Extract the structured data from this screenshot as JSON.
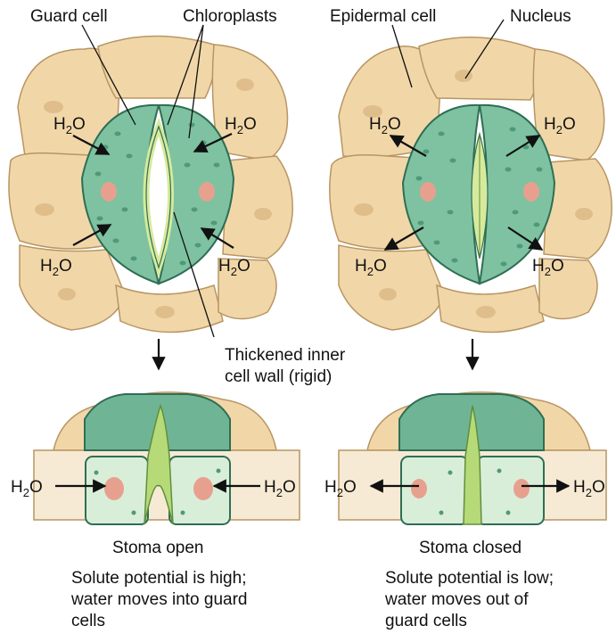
{
  "labels": {
    "guard_cell": "Guard cell",
    "chloroplasts": "Chloroplasts",
    "epidermal_cell": "Epidermal cell",
    "nucleus": "Nucleus",
    "thickened_line1": "Thickened inner",
    "thickened_line2": "cell wall (rigid)"
  },
  "water": {
    "main": "H",
    "sub": "2",
    "tail": "O"
  },
  "captions": {
    "open_title": "Stoma open",
    "open_line1": "Solute potential is high;",
    "open_line2": "water moves into guard",
    "open_line3": "cells",
    "closed_title": "Stoma closed",
    "closed_line1": "Solute potential is low;",
    "closed_line2": "water moves out of",
    "closed_line3": "guard cells"
  },
  "colors": {
    "epidermal_fill": "#f1d7a8",
    "epidermal_stroke": "#b99563",
    "guard_fill": "#7ec2a1",
    "guard_stroke": "#2f6e55",
    "chloroplast": "#4f9a76",
    "nucleus": "#e8a08e",
    "wall": "#d7ea9c",
    "section_fill": "#d9eed8"
  }
}
